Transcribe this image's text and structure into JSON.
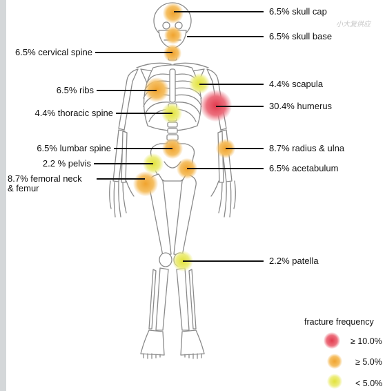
{
  "labels": {
    "skull_cap": "6.5% skull cap",
    "skull_base": "6.5% skull base",
    "cervical_spine": "6.5% cervical spine",
    "ribs": "6.5% ribs",
    "thoracic_spine": "4.4% thoracic spine",
    "lumbar_spine": "6.5% lumbar spine",
    "pelvis": "2.2 % pelvis",
    "femoral_neck_line1": "8.7% femoral neck",
    "femoral_neck_line2": "& femur",
    "scapula": "4.4% scapula",
    "humerus": "30.4% humerus",
    "radius_ulna": "8.7% radius & ulna",
    "acetabulum": "6.5% acetabulum",
    "patella": "2.2% patella"
  },
  "legend": {
    "title": "fracture frequency",
    "high": "≥ 10.0%",
    "mid": "≥ 5.0%",
    "low": "< 5.0%"
  },
  "watermark": "小大复供应",
  "colors": {
    "high": "#e23b4e",
    "mid": "#f0a32e",
    "low": "#e2e23a",
    "leader": "#111111",
    "bone_stroke": "#8a8a8a"
  }
}
